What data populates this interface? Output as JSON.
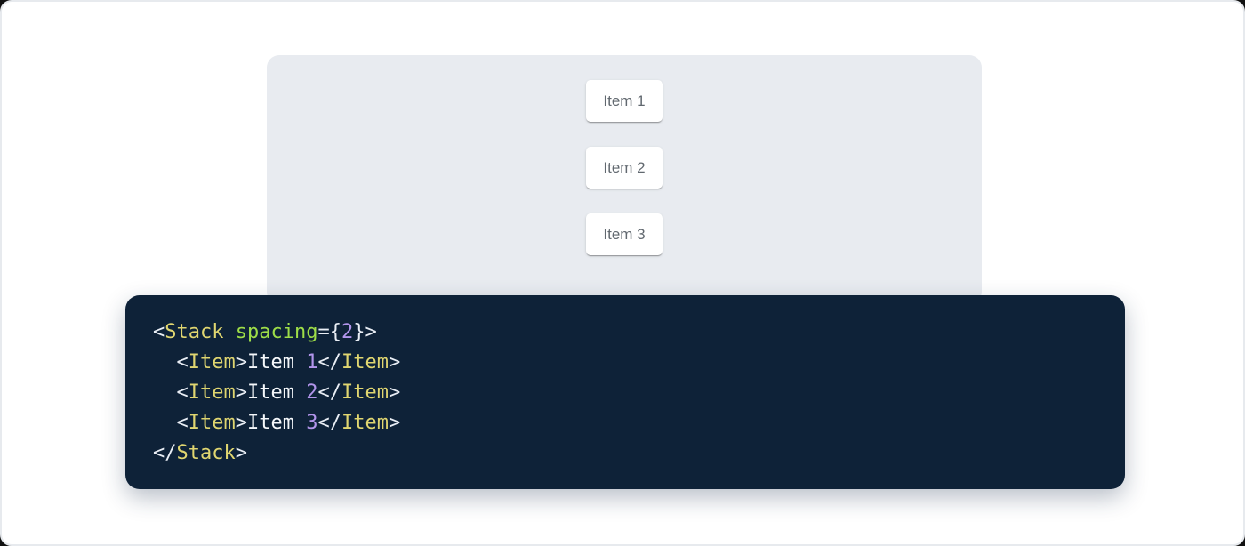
{
  "page": {
    "background": "#ffffff",
    "border_color": "#e7eaee"
  },
  "demo": {
    "panel_color": "#e8ebf0",
    "item_text_color": "#61686f",
    "items": [
      {
        "label": "Item 1"
      },
      {
        "label": "Item 2"
      },
      {
        "label": "Item 3"
      }
    ]
  },
  "code": {
    "language": "jsx",
    "background": "#0e2238",
    "token_colors": {
      "tag": "#e0d670",
      "attr_name": "#9ede48",
      "number": "#b295ec",
      "punctuation": "#e9eef5",
      "text": "#f5f8fb"
    },
    "lines": [
      [
        {
          "text": "<",
          "type": "punctuation"
        },
        {
          "text": "Stack",
          "type": "tag"
        },
        {
          "text": " ",
          "type": "text"
        },
        {
          "text": "spacing",
          "type": "attr-name"
        },
        {
          "text": "={",
          "type": "punctuation"
        },
        {
          "text": "2",
          "type": "number"
        },
        {
          "text": "}>",
          "type": "punctuation"
        }
      ],
      [
        {
          "text": "  ",
          "type": "text"
        },
        {
          "text": "<",
          "type": "punctuation"
        },
        {
          "text": "Item",
          "type": "tag"
        },
        {
          "text": ">",
          "type": "punctuation"
        },
        {
          "text": "Item ",
          "type": "text"
        },
        {
          "text": "1",
          "type": "number"
        },
        {
          "text": "</",
          "type": "punctuation"
        },
        {
          "text": "Item",
          "type": "tag"
        },
        {
          "text": ">",
          "type": "punctuation"
        }
      ],
      [
        {
          "text": "  ",
          "type": "text"
        },
        {
          "text": "<",
          "type": "punctuation"
        },
        {
          "text": "Item",
          "type": "tag"
        },
        {
          "text": ">",
          "type": "punctuation"
        },
        {
          "text": "Item ",
          "type": "text"
        },
        {
          "text": "2",
          "type": "number"
        },
        {
          "text": "</",
          "type": "punctuation"
        },
        {
          "text": "Item",
          "type": "tag"
        },
        {
          "text": ">",
          "type": "punctuation"
        }
      ],
      [
        {
          "text": "  ",
          "type": "text"
        },
        {
          "text": "<",
          "type": "punctuation"
        },
        {
          "text": "Item",
          "type": "tag"
        },
        {
          "text": ">",
          "type": "punctuation"
        },
        {
          "text": "Item ",
          "type": "text"
        },
        {
          "text": "3",
          "type": "number"
        },
        {
          "text": "</",
          "type": "punctuation"
        },
        {
          "text": "Item",
          "type": "tag"
        },
        {
          "text": ">",
          "type": "punctuation"
        }
      ],
      [
        {
          "text": "</",
          "type": "punctuation"
        },
        {
          "text": "Stack",
          "type": "tag"
        },
        {
          "text": ">",
          "type": "punctuation"
        }
      ]
    ]
  }
}
